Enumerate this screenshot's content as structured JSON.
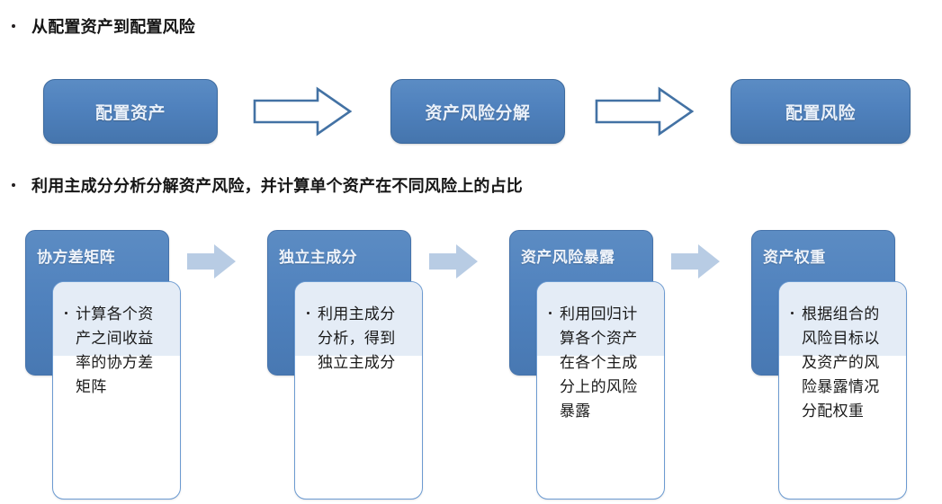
{
  "slide": {
    "background_color": "#ffffff",
    "accent_blue": "#4F81BD",
    "accent_blue_dark": "#3C6A9E",
    "arrow_fill_light": "#B8CCE4",
    "card_body_border": "#6B9AD1",
    "card_body_tint": "#E2EAF5",
    "text_color": "#1A1A1A",
    "box_label_color": "#EAF1FA"
  },
  "bullets": [
    {
      "marker": "•",
      "text": "从配置资产到配置风险"
    },
    {
      "marker": "•",
      "text": "利用主成分分析分解资产风险，并计算单个资产在不同风险上的占比"
    }
  ],
  "top_flow": {
    "boxes": [
      {
        "label": "配置资产"
      },
      {
        "label": "资产风险分解"
      },
      {
        "label": "配置风险"
      }
    ],
    "arrows": [
      {
        "name": "hollow-arrow-right",
        "direction": "right"
      },
      {
        "name": "hollow-arrow-right",
        "direction": "right"
      }
    ]
  },
  "process_flow": {
    "cards": [
      {
        "header": "协方差矩阵",
        "bullet_marker": "•",
        "body": "计算各个资产之间收益率的协方差矩阵"
      },
      {
        "header": "独立主成分",
        "bullet_marker": "•",
        "body": "利用主成分分析，得到独立主成分"
      },
      {
        "header": "资产风险暴露",
        "bullet_marker": "•",
        "body": "利用回归计算各个资产在各个主成分上的风险暴露"
      },
      {
        "header": "资产权重",
        "bullet_marker": "•",
        "body": "根据组合的风险目标以及资产的风险暴露情况分配权重"
      }
    ],
    "arrows": [
      {
        "name": "solid-arrow-right",
        "direction": "right"
      },
      {
        "name": "solid-arrow-right",
        "direction": "right"
      },
      {
        "name": "solid-arrow-right",
        "direction": "right"
      }
    ]
  }
}
